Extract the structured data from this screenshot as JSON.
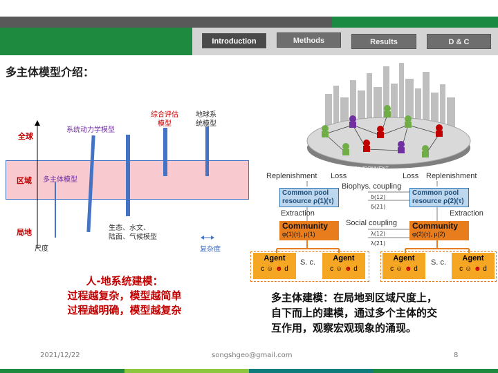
{
  "nav": {
    "tabs": [
      {
        "label": "Introduction",
        "active": true
      },
      {
        "label": "Methods"
      },
      {
        "label": "Results"
      },
      {
        "label": "D & C"
      }
    ]
  },
  "slide": {
    "title": "多主体模型介绍：",
    "chart": {
      "scale_labels": {
        "global": "全球",
        "regional": "区域",
        "local": "局地"
      },
      "x_axis_label": "尺度",
      "complexity_label": "复杂度",
      "models": {
        "abm": "多主体模型",
        "sd": "系统动力学模型",
        "eco_line1": "生态、水文、",
        "eco_line2": "陆面、气候模型",
        "iam_line1": "综合评估",
        "iam_line2": "模型",
        "esm_line1": "地球系",
        "esm_line2": "统模型"
      }
    },
    "left_caption": {
      "line1": "人-地系统建模：",
      "line2": "过程越复杂，模型越简单",
      "line3": "过程越明确，模型越复杂"
    },
    "diagram": {
      "environment": "ENVIRONMENT",
      "replenishment_left": "Replenishment",
      "loss_left": "Loss",
      "loss_right": "Loss",
      "replenishment_right": "Replenishment",
      "biophys_coupling": "Biophys. coupling",
      "pool_left_line1": "Common pool",
      "pool_left_line2": "resource ρ(1)(τ)",
      "pool_right_line1": "Common pool",
      "pool_right_line2": "resource ρ(2)(τ)",
      "delta12": "δ(12)",
      "delta21": "δ(21)",
      "extraction_left": "Extraction",
      "extraction_right": "Extraction",
      "social_coupling": "Social coupling",
      "community_left": "Community",
      "community_left_params": "φ(1)(τ), μ(1)",
      "community_right": "Community",
      "community_right_params": "φ(2)(τ), μ(2)",
      "lambda12": "λ(12)",
      "lambda21": "λ(21)",
      "agent": "Agent",
      "sc": "S. c.",
      "c": "c",
      "d": "d"
    },
    "right_caption": {
      "line1": "多主体建模：在局地到区域尺度上，",
      "line2": "自下而上的建模，通过多个主体的交",
      "line3": "互作用，观察宏观现象的涌现。"
    }
  },
  "footer": {
    "date": "2021/12/22",
    "email": "songshgeo@gmail.com",
    "page": "8"
  },
  "colors": {
    "green": "#1d8a3f",
    "orange": "#f5a623",
    "community_orange": "#e87d1e",
    "pool_blue": "#bdd7ee",
    "band_pink": "#f8c9cf"
  }
}
